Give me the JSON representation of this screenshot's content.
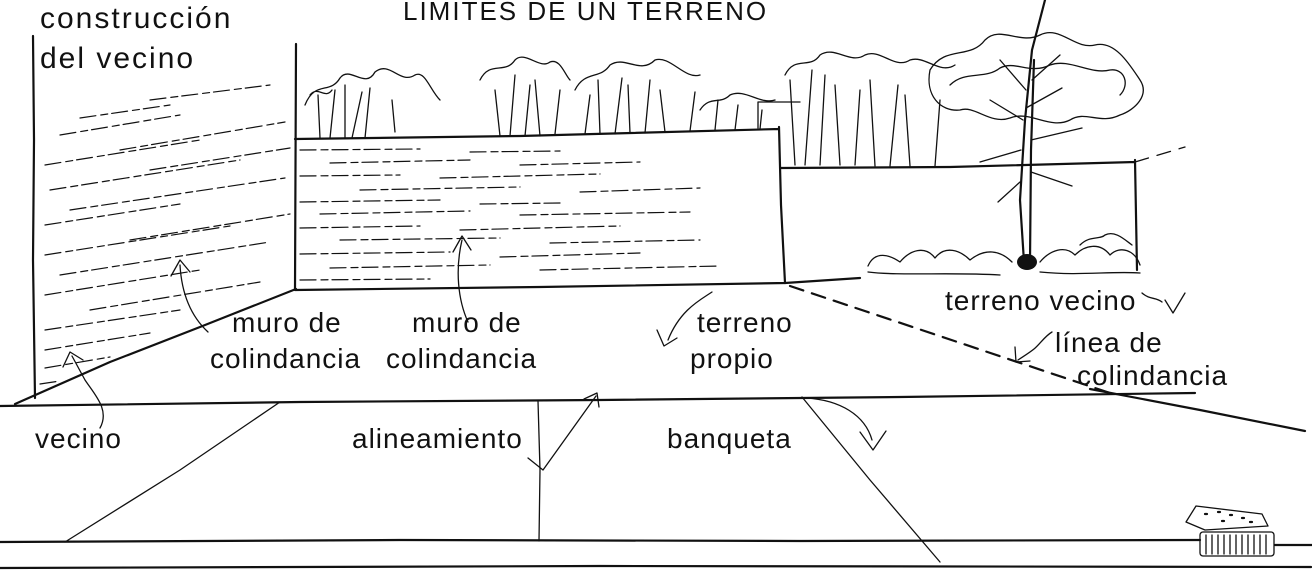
{
  "title": "LIMITES DE UN TERRENO",
  "labels": {
    "neighbor_building": {
      "line1": "construcción",
      "line2": "del vecino"
    },
    "side_wall": {
      "line1": "muro de",
      "line2": "colindancia"
    },
    "back_wall": {
      "line1": "muro de",
      "line2": "colindancia"
    },
    "own_lot": {
      "line1": "terreno",
      "line2": "propio"
    },
    "neighbor_lot": "terreno vecino",
    "boundary_line": {
      "line1": "línea de",
      "line2": "colindancia"
    },
    "neighbor": "vecino",
    "alignment": "alineamiento",
    "sidewalk": "banqueta"
  },
  "colors": {
    "ink": "#111111",
    "paper": "#ffffff"
  }
}
